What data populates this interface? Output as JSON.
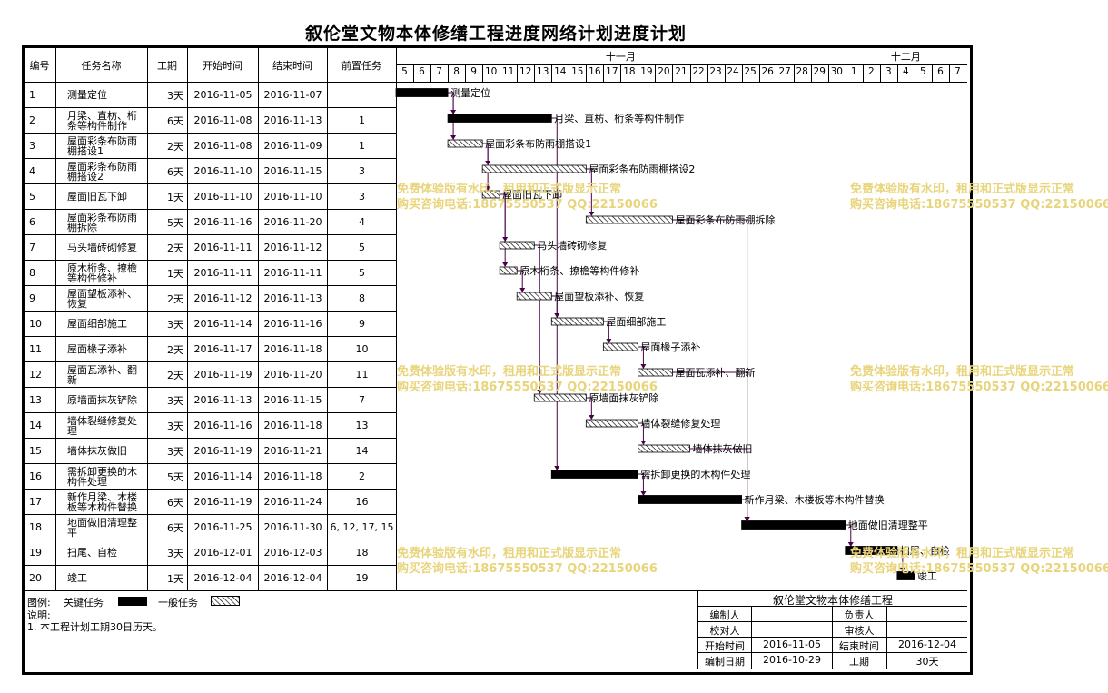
{
  "title": "叙伦堂文物本体修缮工程进度网络计划进度计划",
  "table_headers": [
    "编号",
    "任务名称",
    "工期",
    "开始时间",
    "结束时间",
    "前置任务"
  ],
  "months": [
    {
      "label": "十一月",
      "start_day": 5,
      "end_day": 30
    },
    {
      "label": "十二月",
      "start_day": 1,
      "end_day": 7
    }
  ],
  "chart_data": {
    "type": "gantt",
    "title": "叙伦堂文物本体修缮工程进度网络计划进度计划",
    "x_range": [
      "2016-11-05",
      "2016-12-07"
    ],
    "x_ticks": [
      "5",
      "6",
      "7",
      "8",
      "9",
      "10",
      "11",
      "12",
      "13",
      "14",
      "15",
      "16",
      "17",
      "18",
      "19",
      "20",
      "21",
      "22",
      "23",
      "24",
      "25",
      "26",
      "27",
      "28",
      "29",
      "30",
      "1",
      "2",
      "3",
      "4",
      "5",
      "6",
      "7"
    ],
    "tasks": [
      {
        "id": "1",
        "name": "测量定位",
        "duration": "3天",
        "start": "2016-11-05",
        "end": "2016-11-07",
        "pred": "",
        "critical": true,
        "bar_label": "测量定位"
      },
      {
        "id": "2",
        "name": "月梁、直枋、桁条等构件制作",
        "duration": "6天",
        "start": "2016-11-08",
        "end": "2016-11-13",
        "pred": "1",
        "critical": true,
        "bar_label": "月梁、直枋、桁条等构件制作"
      },
      {
        "id": "3",
        "name": "屋面彩条布防雨棚搭设1",
        "duration": "2天",
        "start": "2016-11-08",
        "end": "2016-11-09",
        "pred": "1",
        "critical": false,
        "bar_label": "屋面彩条布防雨棚搭设1"
      },
      {
        "id": "4",
        "name": "屋面彩条布防雨棚搭设2",
        "duration": "6天",
        "start": "2016-11-10",
        "end": "2016-11-15",
        "pred": "3",
        "critical": false,
        "bar_label": "屋面彩条布防雨棚搭设2"
      },
      {
        "id": "5",
        "name": "屋面旧瓦下卸",
        "duration": "1天",
        "start": "2016-11-10",
        "end": "2016-11-10",
        "pred": "3",
        "critical": false,
        "bar_label": "屋面旧瓦下卸"
      },
      {
        "id": "6",
        "name": "屋面彩条布防雨棚拆除",
        "duration": "5天",
        "start": "2016-11-16",
        "end": "2016-11-20",
        "pred": "4",
        "critical": false,
        "bar_label": "屋面彩条布防雨棚拆除"
      },
      {
        "id": "7",
        "name": "马头墙砖砌修复",
        "duration": "2天",
        "start": "2016-11-11",
        "end": "2016-11-12",
        "pred": "5",
        "critical": false,
        "bar_label": "马头墙砖砌修复"
      },
      {
        "id": "8",
        "name": "原木桁条、撩檐等构件修补",
        "duration": "1天",
        "start": "2016-11-11",
        "end": "2016-11-11",
        "pred": "5",
        "critical": false,
        "bar_label": "原木桁条、撩檐等构件修补"
      },
      {
        "id": "9",
        "name": "屋面望板添补、恢复",
        "duration": "2天",
        "start": "2016-11-12",
        "end": "2016-11-13",
        "pred": "8",
        "critical": false,
        "bar_label": "屋面望板添补、恢复"
      },
      {
        "id": "10",
        "name": "屋面细部施工",
        "duration": "3天",
        "start": "2016-11-14",
        "end": "2016-11-16",
        "pred": "9",
        "critical": false,
        "bar_label": "屋面细部施工"
      },
      {
        "id": "11",
        "name": "屋面椽子添补",
        "duration": "2天",
        "start": "2016-11-17",
        "end": "2016-11-18",
        "pred": "10",
        "critical": false,
        "bar_label": "屋面椽子添补"
      },
      {
        "id": "12",
        "name": "屋面瓦添补、翻新",
        "duration": "2天",
        "start": "2016-11-19",
        "end": "2016-11-20",
        "pred": "11",
        "critical": false,
        "bar_label": "屋面瓦添补、翻新"
      },
      {
        "id": "13",
        "name": "原墙面抹灰铲除",
        "duration": "3天",
        "start": "2016-11-13",
        "end": "2016-11-15",
        "pred": "7",
        "critical": false,
        "bar_label": "原墙面抹灰铲除"
      },
      {
        "id": "14",
        "name": "墙体裂缝修复处理",
        "duration": "3天",
        "start": "2016-11-16",
        "end": "2016-11-18",
        "pred": "13",
        "critical": false,
        "bar_label": "墙体裂缝修复处理"
      },
      {
        "id": "15",
        "name": "墙体抹灰做旧",
        "duration": "3天",
        "start": "2016-11-19",
        "end": "2016-11-21",
        "pred": "14",
        "critical": false,
        "bar_label": "墙体抹灰做旧"
      },
      {
        "id": "16",
        "name": "需拆卸更换的木构件处理",
        "duration": "5天",
        "start": "2016-11-14",
        "end": "2016-11-18",
        "pred": "2",
        "critical": true,
        "bar_label": "需拆卸更换的木构件处理"
      },
      {
        "id": "17",
        "name": "新作月梁、木楼板等木构件替换",
        "duration": "6天",
        "start": "2016-11-19",
        "end": "2016-11-24",
        "pred": "16",
        "critical": true,
        "bar_label": "新作月梁、木楼板等木构件替换"
      },
      {
        "id": "18",
        "name": "地面做旧清理整平",
        "duration": "6天",
        "start": "2016-11-25",
        "end": "2016-11-30",
        "pred": "6, 12, 17, 15",
        "critical": true,
        "bar_label": "地面做旧清理整平"
      },
      {
        "id": "19",
        "name": "扫尾、自检",
        "duration": "3天",
        "start": "2016-12-01",
        "end": "2016-12-03",
        "pred": "18",
        "critical": true,
        "bar_label": "扫尾、自检"
      },
      {
        "id": "20",
        "name": "竣工",
        "duration": "1天",
        "start": "2016-12-04",
        "end": "2016-12-04",
        "pred": "19",
        "critical": true,
        "bar_label": "竣工"
      }
    ],
    "colors": {
      "critical": "#000000",
      "normal_hatch": "#000000",
      "link": "#4b0049"
    }
  },
  "legend": {
    "prefix": "图例:",
    "critical_label": "关键任务",
    "normal_label": "一般任务"
  },
  "notes": {
    "heading": "说明:",
    "line1": "1. 本工程计划工期30日历天。"
  },
  "info_box": {
    "project_name": "叙伦堂文物本体修缮工程",
    "editor_label": "编制人",
    "editor_value": "",
    "owner_label": "负责人",
    "owner_value": "",
    "checker_label": "校对人",
    "checker_value": "",
    "reviewer_label": "审核人",
    "reviewer_value": "",
    "start_label": "开始时间",
    "start_value": "2016-11-05",
    "end_label": "结束时间",
    "end_value": "2016-12-04",
    "date_label": "编制日期",
    "date_value": "2016-10-29",
    "period_label": "工期",
    "period_value": "30天"
  },
  "watermark": {
    "line1": "免费体验版有水印，租用和正式版显示正常",
    "line2": "购买咨询电话:18675550537 QQ:22150066"
  }
}
